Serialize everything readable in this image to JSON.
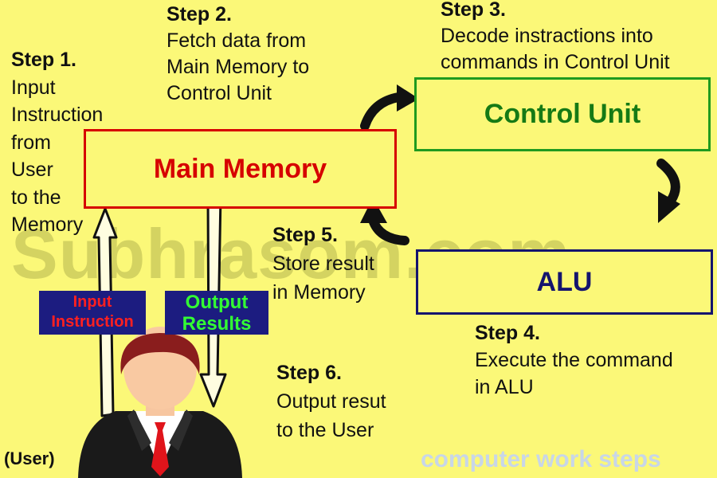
{
  "steps": {
    "s1": {
      "title": "Step 1.",
      "lines": [
        "Input",
        "Instruction",
        "from",
        "User",
        "to the",
        "Memory"
      ]
    },
    "s2": {
      "title": "Step 2.",
      "lines": [
        "Fetch data from",
        "Main Memory to",
        "Control Unit"
      ]
    },
    "s3": {
      "title": "Step 3.",
      "lines": [
        "Decode instractions into",
        "commands in Control Unit"
      ]
    },
    "s4": {
      "title": "Step 4.",
      "lines": [
        "Execute the command",
        "in ALU"
      ]
    },
    "s5": {
      "title": "Step 5.",
      "lines": [
        "Store result",
        "in Memory"
      ]
    },
    "s6": {
      "title": "Step 6.",
      "lines": [
        "Output resut",
        "to the User"
      ]
    }
  },
  "boxes": {
    "main_memory": "Main Memory",
    "control_unit": "Control Unit",
    "alu": "ALU"
  },
  "labels": {
    "input_line1": "Input",
    "input_line2": "Instruction",
    "output_line1": "Output",
    "output_line2": "Results",
    "user": "(User)"
  },
  "watermark": "Subhrasom.com",
  "footer": "computer work steps",
  "colors": {
    "background": "#fbf878",
    "main_memory": "#d60000",
    "control_unit": "#1f9a1f",
    "alu": "#14146e",
    "label_bg": "#1c1c80",
    "input_text": "#ff2020",
    "output_text": "#33ff33"
  }
}
